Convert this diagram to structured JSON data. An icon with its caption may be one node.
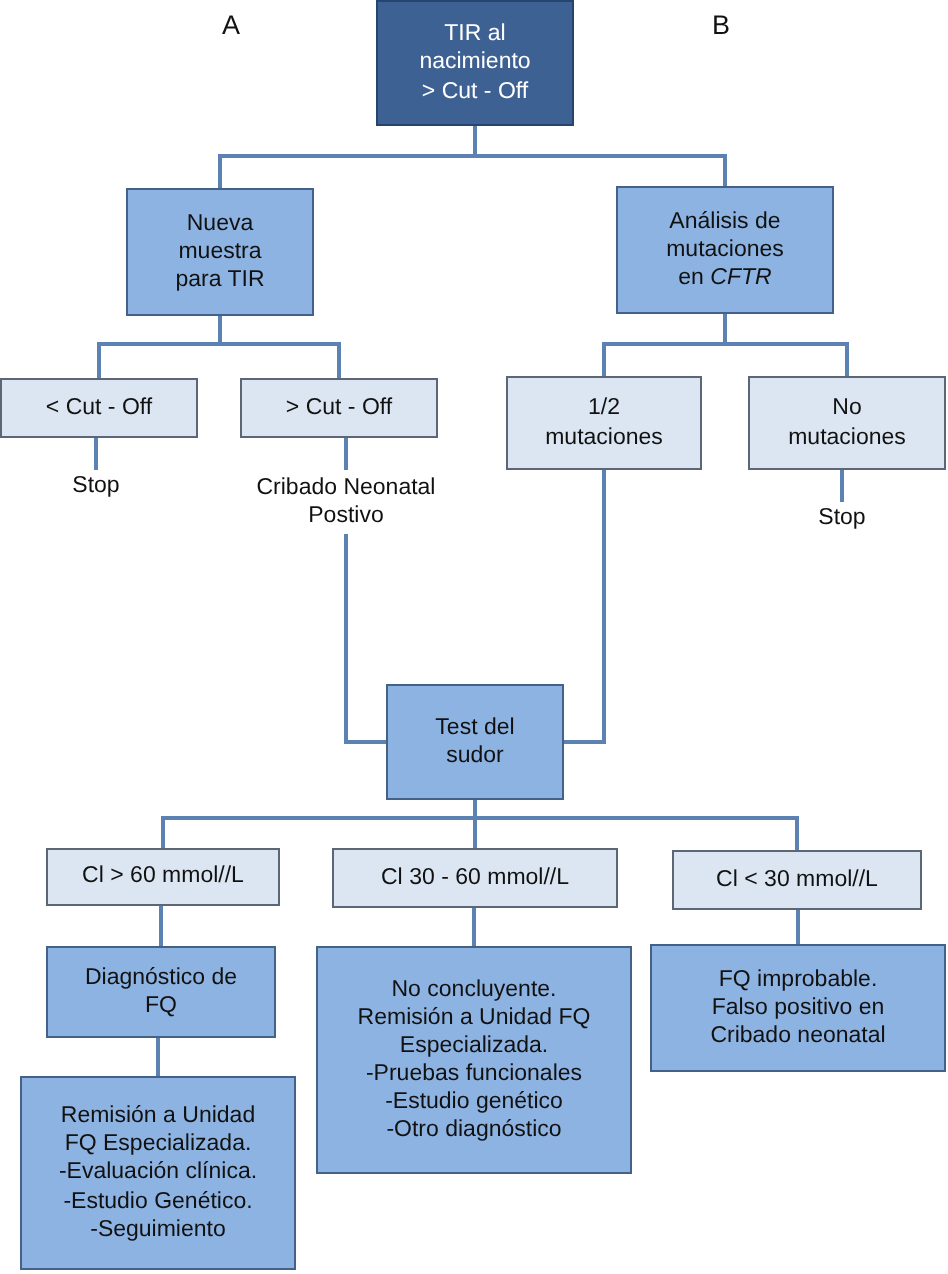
{
  "diagram": {
    "nodes": [
      {
        "text": [
          "TIR al nacimiento > Cut - Off"
        ]
      },
      {
        "text": [
          "Nueva muestra para TIR"
        ]
      },
      {
        "text": [
          "Análisis de mutaciones en *CFTR*"
        ]
      },
      {
        "text": [
          "< Cut - Off"
        ]
      },
      {
        "text": [
          "> Cut - Off"
        ]
      },
      {
        "text": [
          "1/2 mutaciones"
        ]
      },
      {
        "text": [
          "No mutaciones"
        ]
      },
      {
        "text": [
          "Stop"
        ]
      },
      {
        "text": [
          "Cribado Neonatal Postivo"
        ]
      },
      {
        "text": [
          "Stop"
        ]
      },
      {
        "text": [
          "Test del sudor"
        ]
      },
      {
        "text": [
          "Cl > 60 mmol//L"
        ]
      },
      {
        "text": [
          "Cl 30 - 60 mmol//L"
        ]
      },
      {
        "text": [
          "Cl < 30 mmol//L"
        ]
      },
      {
        "text": [
          "Diagnóstico de FQ"
        ]
      },
      {
        "text": [
          "No concluyente. Remisión a Unidad FQ Especializada. -Pruebas funcionales -Estudio genético -Otro diagnóstico"
        ]
      },
      {
        "text": [
          "FQ improbable. Falso positivo en Cribado neonatal"
        ]
      },
      {
        "text": [
          "Remisión a Unidad FQ Especializada. -Evaluación clínica. -Estudio Genético. -Seguimiento"
        ]
      }
    ],
    "edges": [
      {
        "from": 0,
        "to": 1,
        "arrow": "none"
      },
      {
        "from": 0,
        "to": 2,
        "arrow": "none"
      },
      {
        "from": 1,
        "to": 3,
        "arrow": "none"
      },
      {
        "from": 1,
        "to": 4,
        "arrow": "none"
      },
      {
        "from": 2,
        "to": 5,
        "arrow": "none"
      },
      {
        "from": 2,
        "to": 6,
        "arrow": "none"
      },
      {
        "from": 3,
        "to": 7,
        "arrow": "none"
      },
      {
        "from": 4,
        "to": 8,
        "arrow": "none"
      },
      {
        "from": 6,
        "to": 9,
        "arrow": "none"
      },
      {
        "from": 8,
        "to": 10,
        "arrow": "none"
      },
      {
        "from": 5,
        "to": 10,
        "arrow": "none"
      },
      {
        "from": 10,
        "to": 11,
        "arrow": "none"
      },
      {
        "from": 10,
        "to": 12,
        "arrow": "none"
      },
      {
        "from": 10,
        "to": 13,
        "arrow": "none"
      },
      {
        "from": 11,
        "to": 14,
        "arrow": "none"
      },
      {
        "from": 12,
        "to": 15,
        "arrow": "none"
      },
      {
        "from": 13,
        "to": 16,
        "arrow": "none"
      },
      {
        "from": 14,
        "to": 17,
        "arrow": "none"
      }
    ],
    "labels": [
      "A",
      "B"
    ]
  }
}
